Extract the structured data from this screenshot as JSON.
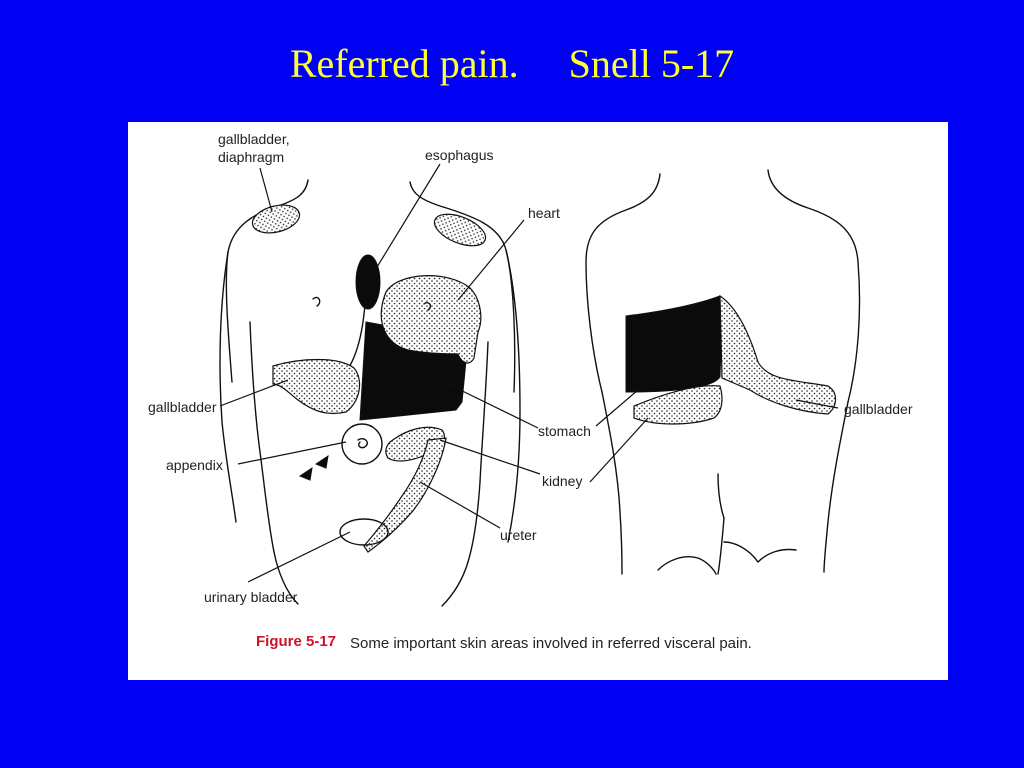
{
  "slide": {
    "title": "Referred pain.     Snell 5-17"
  },
  "figure": {
    "labels": {
      "gallbladder_diaphragm_1": "gallbladder,",
      "gallbladder_diaphragm_2": "diaphragm",
      "esophagus": "esophagus",
      "heart": "heart",
      "gallbladder_front": "gallbladder",
      "appendix": "appendix",
      "stomach": "stomach",
      "kidney": "kidney",
      "ureter": "ureter",
      "urinary_bladder": "urinary bladder",
      "gallbladder_back": "gallbladder"
    },
    "caption": {
      "number": "Figure 5-17",
      "text": "Some important skin areas involved in referred visceral pain."
    },
    "colors": {
      "background": "#0000f5",
      "title": "#ffff33",
      "figure_number": "#d0112b"
    }
  }
}
